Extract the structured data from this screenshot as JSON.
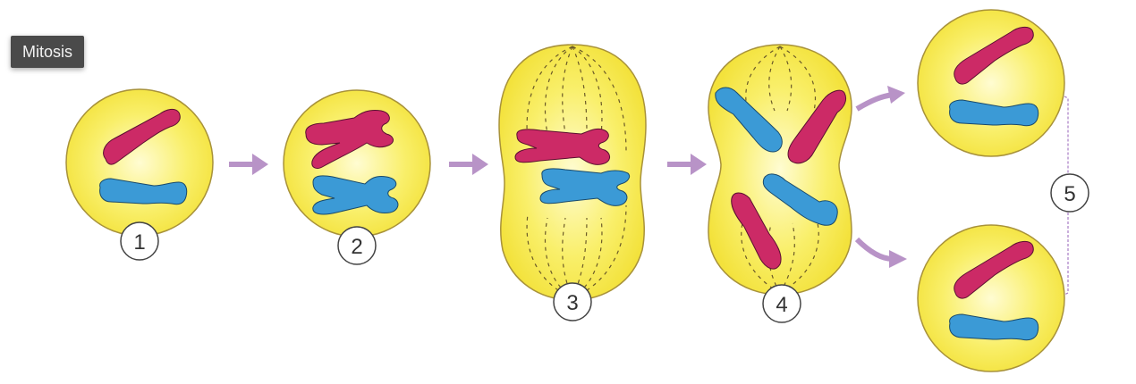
{
  "tooltip": {
    "label": "Mitosis"
  },
  "colors": {
    "cytoplasm_fill": "#f7ec4a",
    "cytoplasm_center": "#fffbc8",
    "cell_outline": "#a8923a",
    "chromosome_red": "#cc2a66",
    "chromosome_blue": "#3b9ad6",
    "arrow": "#b893c7",
    "spindle": "#6b5a28"
  },
  "stages": [
    {
      "number": "1",
      "name": "stage-1"
    },
    {
      "number": "2",
      "name": "stage-2"
    },
    {
      "number": "3",
      "name": "stage-3"
    },
    {
      "number": "4",
      "name": "stage-4"
    },
    {
      "number": "5",
      "name": "stage-5"
    }
  ]
}
